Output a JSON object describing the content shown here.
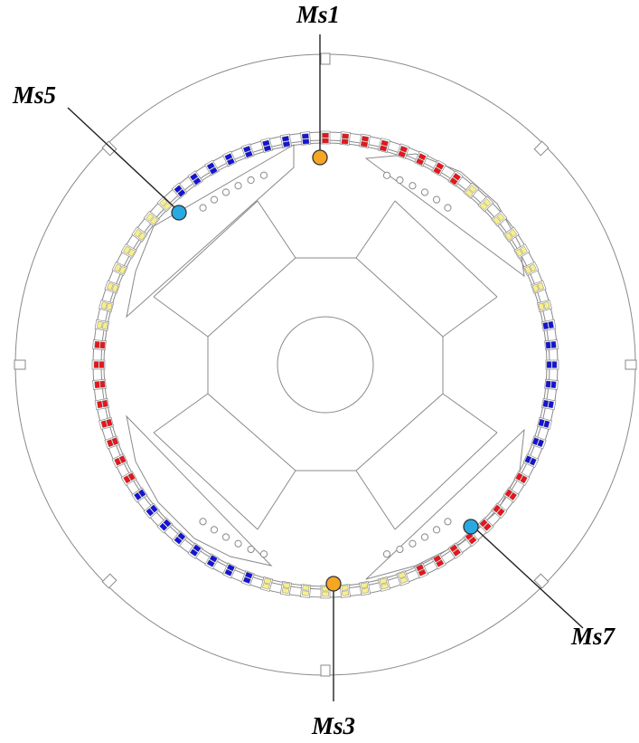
{
  "labels": {
    "ms1": "Ms1",
    "ms3": "Ms3",
    "ms5": "Ms5",
    "ms7": "Ms7"
  },
  "colors": {
    "outline": "#8a8a8a",
    "phase_a": "#e8151b",
    "phase_b": "#1414d6",
    "phase_c": "#f7ef8a",
    "sensor_orange": "#f5a623",
    "sensor_blue": "#29a9e1"
  }
}
